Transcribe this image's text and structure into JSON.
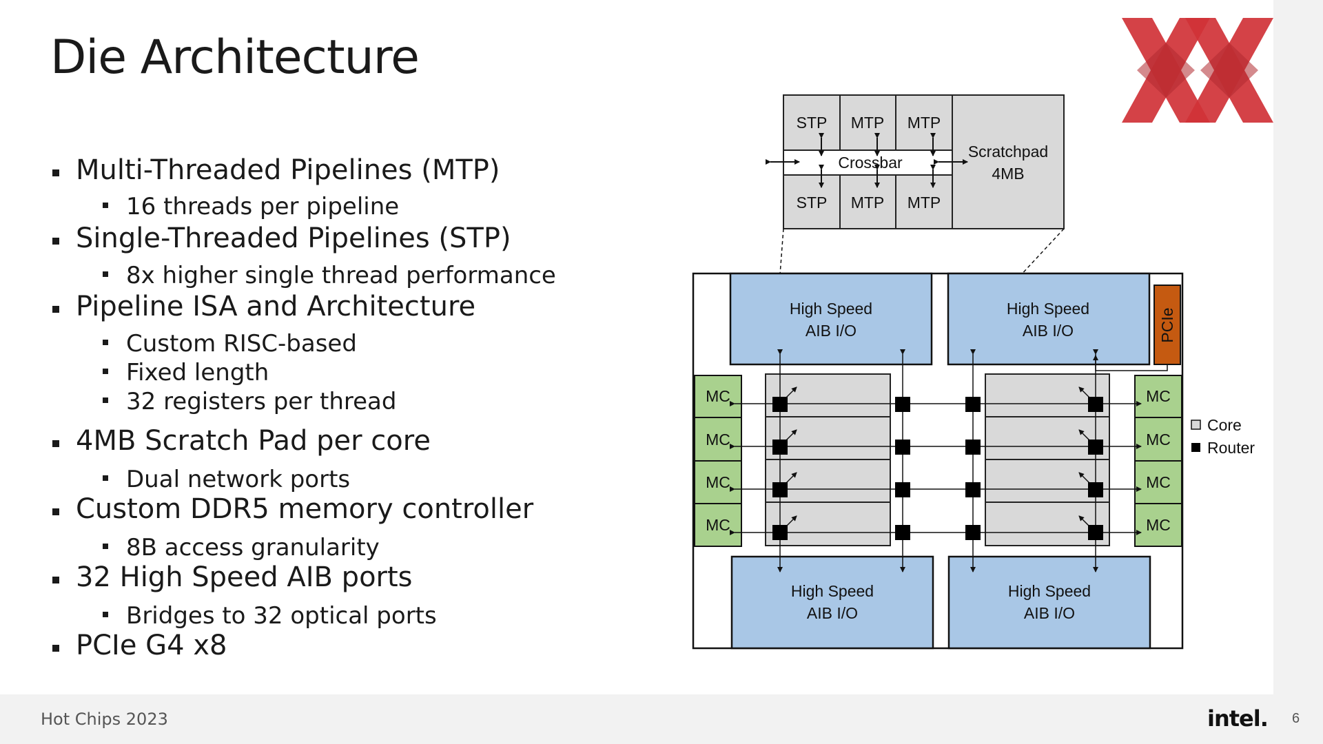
{
  "slide": {
    "title": "Die Architecture",
    "bullets": [
      {
        "text": "Multi-Threaded Pipelines (MTP)",
        "subs": [
          "16 threads per pipeline"
        ]
      },
      {
        "text": "Single-Threaded Pipelines (STP)",
        "subs": [
          "8x higher single thread performance"
        ]
      },
      {
        "text": "Pipeline ISA and Architecture",
        "subs": [
          "Custom RISC-based",
          "Fixed length",
          "32 registers per thread"
        ]
      },
      {
        "text": "4MB Scratch Pad per core",
        "subs": [
          "Dual network ports"
        ]
      },
      {
        "text": "Custom DDR5 memory controller",
        "subs": [
          "8B access granularity"
        ]
      },
      {
        "text": "32 High Speed AIB ports",
        "subs": [
          "Bridges to 32 optical ports"
        ]
      },
      {
        "text": "PCIe G4 x8",
        "subs": []
      }
    ]
  },
  "core_detail": {
    "top_row": [
      "STP",
      "MTP",
      "MTP"
    ],
    "crossbar": "Crossbar",
    "bottom_row": [
      "STP",
      "MTP",
      "MTP"
    ],
    "scratchpad_line1": "Scratchpad",
    "scratchpad_line2": "4MB"
  },
  "die": {
    "io_line1": "High Speed",
    "io_line2": "AIB I/O",
    "pcie": "PCIe",
    "mc": "MC"
  },
  "legend": {
    "core": "Core",
    "router": "Router"
  },
  "footer": {
    "event": "Hot Chips 2023",
    "brand": "intel.",
    "page": "6"
  },
  "colors": {
    "io_block": "#a9c7e6",
    "mc_block": "#a9d18e",
    "pcie_block": "#c55a11",
    "core_gray": "#d9d9d9",
    "logo_red": "#d03237"
  }
}
